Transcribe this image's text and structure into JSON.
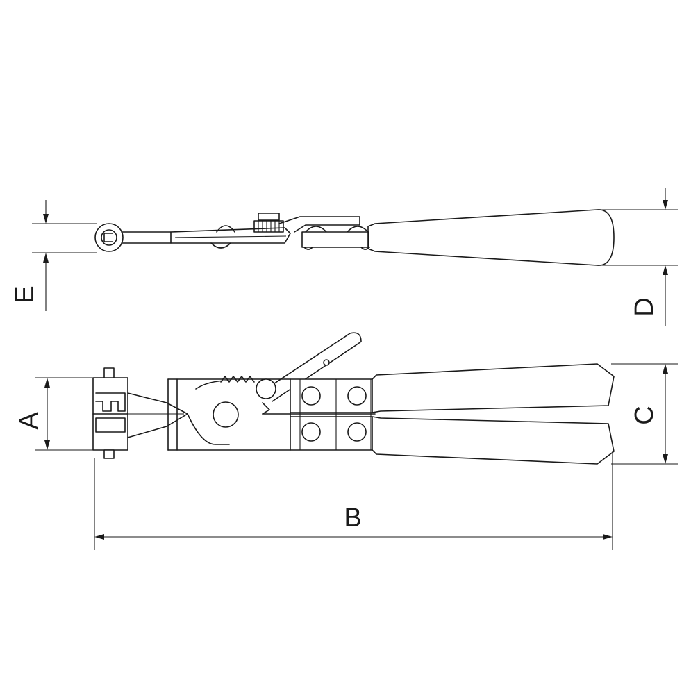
{
  "figure": {
    "labels": {
      "a": "A",
      "b": "B",
      "c": "C",
      "d": "D",
      "e": "E"
    }
  }
}
